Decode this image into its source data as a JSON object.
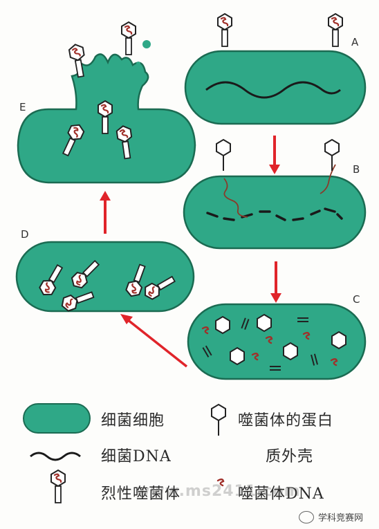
{
  "stages": {
    "a": "A",
    "b": "B",
    "c": "C",
    "d": "D",
    "e": "E"
  },
  "legend": {
    "bacterial_cell": "细菌细胞",
    "bacterial_dna": "细菌DNA",
    "phage_protein_coat_line1": "噬菌体的蛋白",
    "phage_protein_coat_line2": "质外壳",
    "virulent_phage": "烈性噬菌体",
    "phage_dna": "噬菌体DNA"
  },
  "watermark": "www.ms2411.com",
  "badge": "学科竞赛网",
  "colors": {
    "cell_fill": "#2fa887",
    "cell_stroke": "#1b6b52",
    "arrow": "#e0242a",
    "phage_dna": "#a0302a",
    "bacterial_dna": "#1a1a1a"
  },
  "icons": {
    "phage": "phage-icon",
    "protein_coat": "hexagon-coat-icon",
    "phage_dna": "dna-fragment-icon",
    "bacterial_dna": "wavy-dna-icon"
  }
}
